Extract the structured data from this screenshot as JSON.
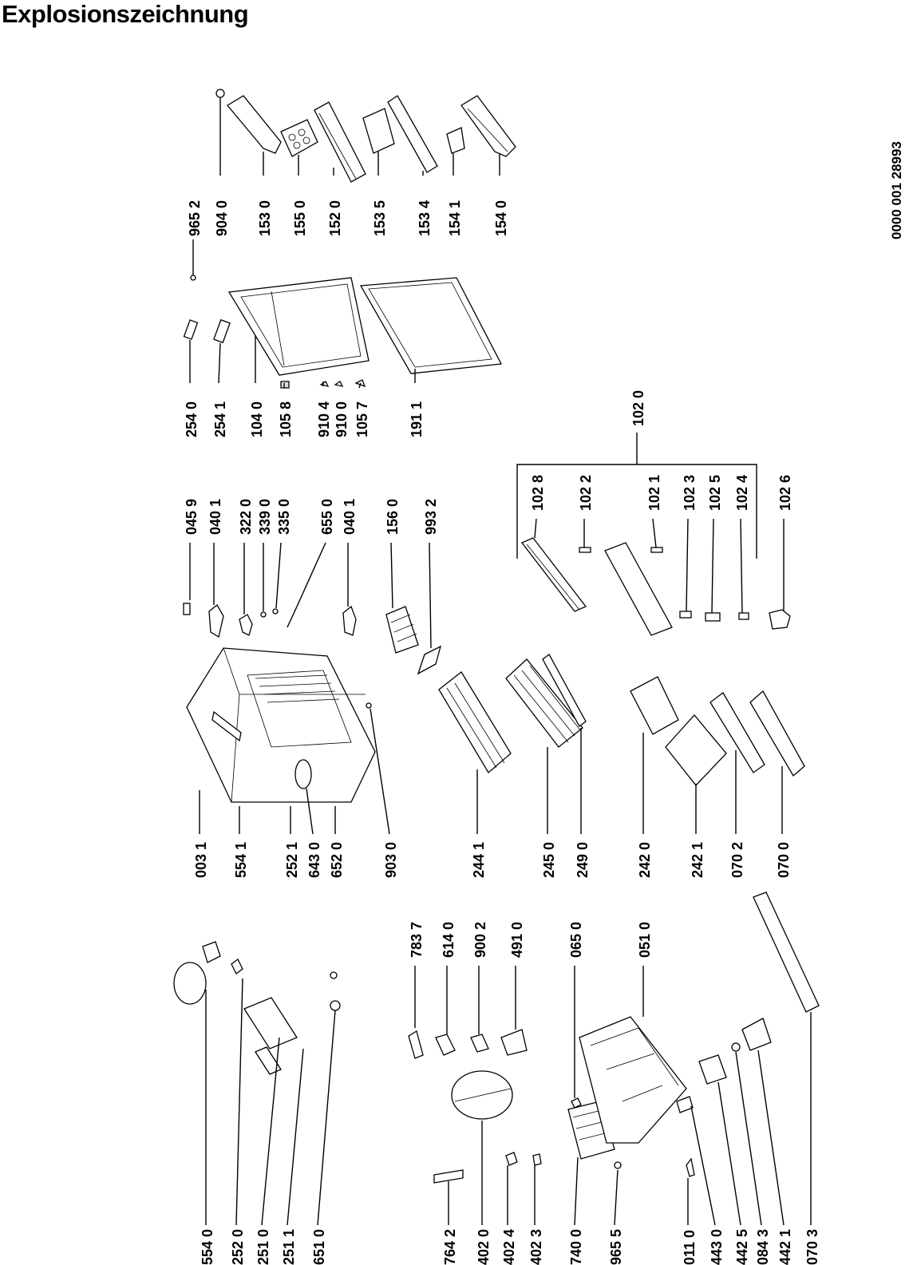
{
  "title": "Explosionszeichnung",
  "document_code": "0000 001 28993",
  "callouts": [
    {
      "label": "554 0"
    },
    {
      "label": "252 0"
    },
    {
      "label": "251 0"
    },
    {
      "label": "251 1"
    },
    {
      "label": "651 0"
    },
    {
      "label": "764 2"
    },
    {
      "label": "402 0"
    },
    {
      "label": "402 4"
    },
    {
      "label": "402 3"
    },
    {
      "label": "740 0"
    },
    {
      "label": "965 5"
    },
    {
      "label": "011 0"
    },
    {
      "label": "443 0"
    },
    {
      "label": "442 5"
    },
    {
      "label": "084 3"
    },
    {
      "label": "442 1"
    },
    {
      "label": "070 3"
    },
    {
      "label": "003 1"
    },
    {
      "label": "554 1"
    },
    {
      "label": "252 1"
    },
    {
      "label": "643 0"
    },
    {
      "label": "652 0"
    },
    {
      "label": "903 0"
    },
    {
      "label": "244 1"
    },
    {
      "label": "245 0"
    },
    {
      "label": "249 0"
    },
    {
      "label": "242 0"
    },
    {
      "label": "242 1"
    },
    {
      "label": "070 2"
    },
    {
      "label": "070 0"
    },
    {
      "label": "783 7"
    },
    {
      "label": "614 0"
    },
    {
      "label": "900 2"
    },
    {
      "label": "491 0"
    },
    {
      "label": "065 0"
    },
    {
      "label": "051 0"
    },
    {
      "label": "045 9"
    },
    {
      "label": "040 1"
    },
    {
      "label": "322 0"
    },
    {
      "label": "339 0"
    },
    {
      "label": "335 0"
    },
    {
      "label": "655 0"
    },
    {
      "label": "040 1"
    },
    {
      "label": "156 0"
    },
    {
      "label": "993 2"
    },
    {
      "label": "102 8"
    },
    {
      "label": "102 2"
    },
    {
      "label": "102 1"
    },
    {
      "label": "102 3"
    },
    {
      "label": "102 5"
    },
    {
      "label": "102 4"
    },
    {
      "label": "102 6"
    },
    {
      "label": "102 0"
    },
    {
      "label": "254 0"
    },
    {
      "label": "254 1"
    },
    {
      "label": "104 0"
    },
    {
      "label": "105 8"
    },
    {
      "label": "910 4"
    },
    {
      "label": "910 0"
    },
    {
      "label": "105 7"
    },
    {
      "label": "191 1"
    },
    {
      "label": "965 2"
    },
    {
      "label": "904 0"
    },
    {
      "label": "153 0"
    },
    {
      "label": "155 0"
    },
    {
      "label": "152 0"
    },
    {
      "label": "153 5"
    },
    {
      "label": "153 4"
    },
    {
      "label": "154 1"
    },
    {
      "label": "154 0"
    }
  ]
}
